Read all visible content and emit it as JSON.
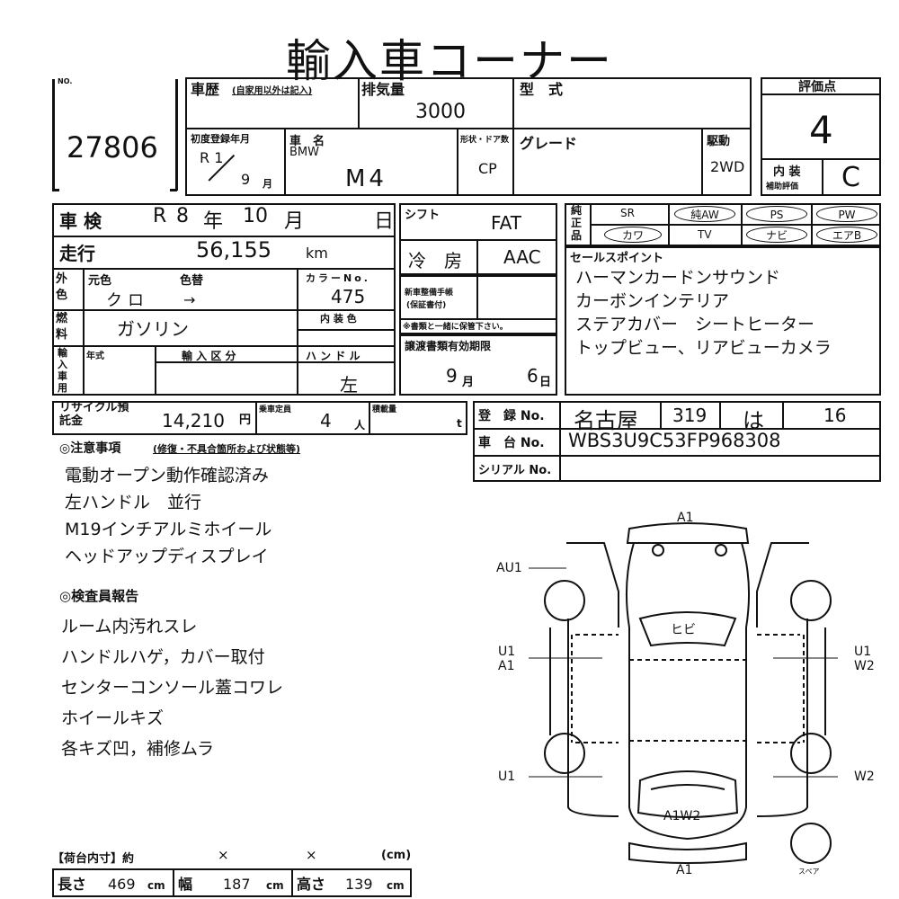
{
  "title": "輸入車コーナー",
  "lot": {
    "no_label": "NO.",
    "number": "27806"
  },
  "history": {
    "label": "車歴",
    "note": "(自家用以外は記入)"
  },
  "displacement": {
    "label": "排気量",
    "value": "3000"
  },
  "model_type": {
    "label": "型　式",
    "value": ""
  },
  "score": {
    "label": "評価点",
    "value": "4",
    "interior_label": "内 装",
    "interior_sub": "補助評価",
    "interior_value": "C"
  },
  "first_reg": {
    "label": "初度登録年月",
    "era": "R 1",
    "month": "9",
    "month_unit": "月"
  },
  "car_name": {
    "label": "車　名",
    "maker": "BMW",
    "model": "M4"
  },
  "body_shape": {
    "label": "形状・ドア数",
    "value": "CP"
  },
  "grade": {
    "label": "グレード",
    "value": ""
  },
  "drive": {
    "label": "駆動",
    "value": "2WD"
  },
  "inspection": {
    "label": "車 検",
    "era": "R",
    "year": "8",
    "year_unit": "年",
    "month": "10",
    "month_unit": "月",
    "day_unit": "日"
  },
  "shift": {
    "label": "シフト",
    "value": "FAT"
  },
  "equip": {
    "label": "純正品",
    "items": [
      "SR",
      "純AW",
      "PS",
      "PW",
      "カワ",
      "TV",
      "ナビ",
      "エアB"
    ]
  },
  "mileage": {
    "label": "走行",
    "value": "56,155",
    "unit": "km"
  },
  "ac": {
    "label": "冷　房",
    "value": "AAC"
  },
  "sales_points": {
    "label": "セールスポイント",
    "lines": [
      "ハーマンカードンサウンド",
      "カーボンインテリア",
      "ステアカバー　シートヒーター",
      "トップビュー、リアビューカメラ"
    ]
  },
  "color": {
    "label": "外色",
    "orig_label": "元色",
    "change_label": "色替",
    "orig": "クロ",
    "arrow": "→",
    "code_label": "カラーNo.",
    "code": "475",
    "int_color_label": "内 装 色"
  },
  "new_car_manual": {
    "label": "新車整備手帳",
    "sub": "(保証書付)",
    "note": "※書類と一緒に保管下さい。"
  },
  "fuel": {
    "label": "燃料",
    "value": "ガソリン"
  },
  "import": {
    "label": "輸入車用",
    "year_label": "年式",
    "class_label": "輸 入 区 分",
    "handle_label": "ハ ン ド ル",
    "handle": "左"
  },
  "transfer": {
    "label": "譲渡書類有効期限",
    "month": "9",
    "month_unit": "月",
    "day": "6",
    "day_unit": "日"
  },
  "recycle": {
    "label": "リサイクル預託金",
    "value": "14,210",
    "unit": "円"
  },
  "capacity": {
    "label": "乗車定員",
    "value": "4",
    "unit": "人"
  },
  "load": {
    "label": "積載量",
    "unit": "t"
  },
  "registration": {
    "label": "登　録 No.",
    "area": "名古屋",
    "class": "319",
    "kana": "は",
    "number": "16"
  },
  "chassis": {
    "label": "車　台 No.",
    "value": "WBS3U9C53FP968308"
  },
  "serial": {
    "label": "シリアル No.",
    "value": ""
  },
  "notes": {
    "heading": "◎注意事項",
    "heading_sub": "(修復・不具合箇所および状態等)",
    "lines": [
      "電動オープン動作確認済み",
      "左ハンドル　並行",
      "M19インチアルミホイール",
      "ヘッドアップディスプレイ"
    ]
  },
  "inspector": {
    "heading": "◎検査員報告",
    "lines": [
      "ルーム内汚れスレ",
      "ハンドルハゲ，カバー取付",
      "センターコンソール蓋コワレ",
      "ホイールキズ",
      "各キズ凹，補修ムラ"
    ]
  },
  "diagram": {
    "labels": {
      "front": "A1",
      "rear": "A1",
      "fl": "AU1",
      "windshield": "ヒビ",
      "left_mid_1": "U1",
      "left_mid_2": "A1",
      "right_mid_1": "U1",
      "right_mid_2": "W2",
      "left_rear": "U1",
      "right_rear": "W2",
      "trunk": "A1W2",
      "spare": "スペア"
    }
  },
  "cargo": {
    "label": "【荷台内寸】約",
    "x1": "×",
    "x2": "×",
    "unit": "(cm)",
    "length_label": "長さ",
    "length": "469",
    "width_label": "幅",
    "width": "187",
    "height_label": "高さ",
    "height": "139",
    "cm": "cm"
  }
}
